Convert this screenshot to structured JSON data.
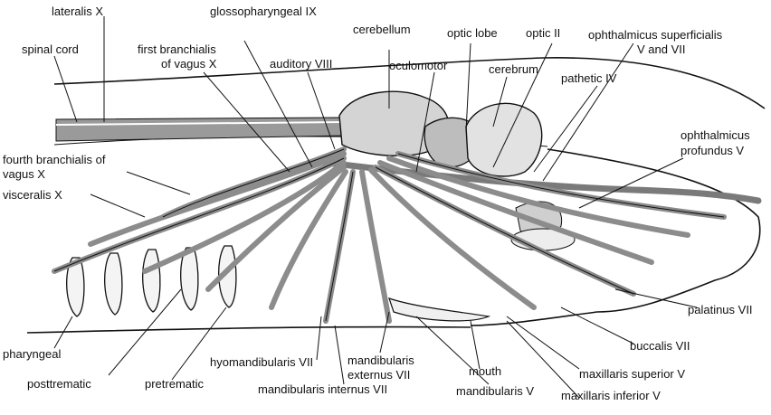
{
  "labels": {
    "lateralis": "lateralis X",
    "glossopharyngeal": "glossopharyngeal IX",
    "cerebellum": "cerebellum",
    "optic_lobe": "optic lobe",
    "optic_ii": "optic II",
    "ophth_sup_1": "ophthalmicus superficialis",
    "ophth_sup_2": "V and VII",
    "spinal_cord": "spinal cord",
    "first_branch_1": "first branchialis",
    "first_branch_2": "of vagus X",
    "auditory": "auditory VIII",
    "oculomotor": "oculomotor",
    "cerebrum": "cerebrum",
    "pathetic": "pathetic IV",
    "ophth_prof_1": "ophthalmicus",
    "ophth_prof_2": "profundus V",
    "fourth_branch_1": "fourth branchialis of",
    "fourth_branch_2": "vagus X",
    "visceralis": "visceralis X",
    "palatinus": "palatinus VII",
    "buccalis": "buccalis VII",
    "pharyngeal": "pharyngeal",
    "hyomandibularis": "hyomandibularis VII",
    "mand_ext_1": "mandibularis",
    "mand_ext_2": "externus VII",
    "mouth": "mouth",
    "max_sup": "maxillaris superior V",
    "posttrematic": "posttrematic",
    "pretrematic": "pretrematic",
    "mand_int": "mandibularis internus VII",
    "mand_v": "mandibularis V",
    "max_inf": "maxillaris inferior V"
  },
  "colors": {
    "ink": "#111111",
    "nerve_fill": "#8c8c8c",
    "brain_fill": "#d4d4d4"
  }
}
